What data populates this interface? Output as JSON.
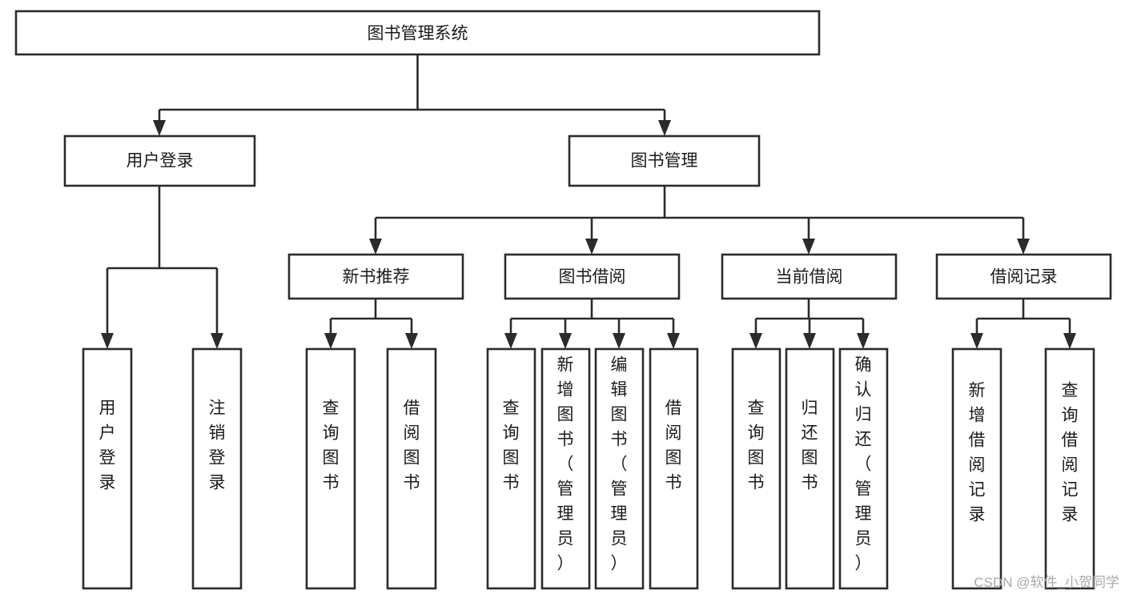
{
  "diagram": {
    "type": "tree",
    "title_node": {
      "label": "图书管理系统"
    },
    "level2": [
      {
        "label": "用户登录"
      },
      {
        "label": "图书管理"
      }
    ],
    "level3": [
      {
        "label": "新书推荐"
      },
      {
        "label": "图书借阅"
      },
      {
        "label": "当前借阅"
      },
      {
        "label": "借阅记录"
      }
    ],
    "leaves": {
      "user_login": [
        {
          "label": "用户登录"
        },
        {
          "label": "注销登录"
        }
      ],
      "new_book_recommend": [
        {
          "label": "查询图书"
        },
        {
          "label": "借阅图书"
        }
      ],
      "book_borrow": [
        {
          "label": "查询图书"
        },
        {
          "label": "新增图书（管理员）"
        },
        {
          "label": "编辑图书（管理员）"
        },
        {
          "label": "借阅图书"
        }
      ],
      "current_borrow": [
        {
          "label": "查询图书"
        },
        {
          "label": "归还图书"
        },
        {
          "label": "确认归还（管理员）"
        }
      ],
      "borrow_record": [
        {
          "label": "新增借阅记录"
        },
        {
          "label": "查询借阅记录"
        }
      ]
    }
  },
  "watermark": {
    "text": "CSDN @软件_小贺同学"
  },
  "colors": {
    "stroke": "#2b2b2b",
    "fill": "#ffffff",
    "text": "#1b1b1b",
    "watermark": "#a8a8a8"
  }
}
